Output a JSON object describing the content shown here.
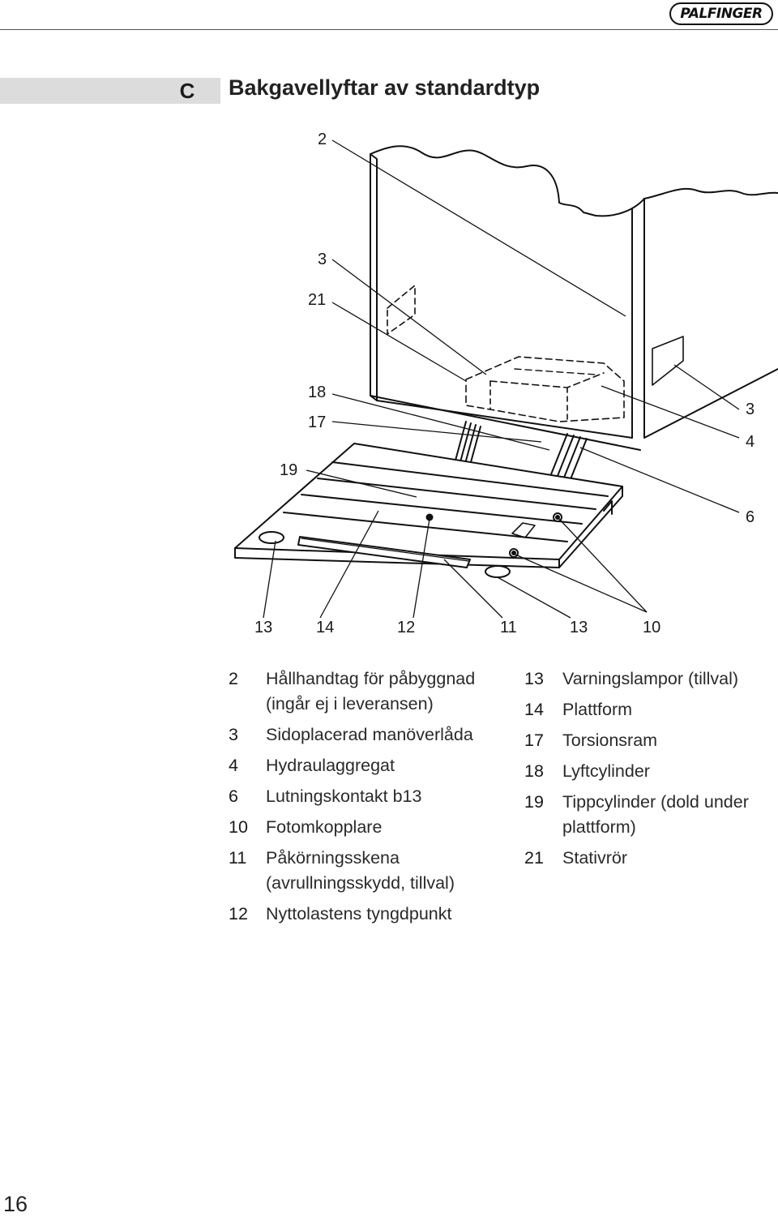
{
  "header": {
    "logo_text": "PALFINGER"
  },
  "chapter": {
    "letter": "C",
    "title": "Bakgavellyftar av standardtyp"
  },
  "diagram": {
    "callouts": {
      "c2": "2",
      "c3a": "3",
      "c21": "21",
      "c18": "18",
      "c17": "17",
      "c19": "19",
      "c3b": "3",
      "c4": "4",
      "c6": "6",
      "c13a": "13",
      "c14": "14",
      "c12": "12",
      "c11": "11",
      "c13b": "13",
      "c10": "10"
    }
  },
  "legend": {
    "left": [
      {
        "num": "2",
        "text": "Hållhandtag för påbyggnad (ingår ej i leveransen)"
      },
      {
        "num": "3",
        "text": "Sidoplacerad manöverlåda"
      },
      {
        "num": "4",
        "text": "Hydraulaggregat"
      },
      {
        "num": "6",
        "text": "Lutningskontakt b13"
      },
      {
        "num": "10",
        "text": "Fotomkopplare"
      },
      {
        "num": "11",
        "text": "Påkörningsskena (avrullningsskydd, tillval)"
      },
      {
        "num": "12",
        "text": "Nyttolastens tyngdpunkt"
      }
    ],
    "right": [
      {
        "num": "13",
        "text": "Varningslampor (tillval)"
      },
      {
        "num": "14",
        "text": "Plattform"
      },
      {
        "num": "17",
        "text": "Torsionsram"
      },
      {
        "num": "18",
        "text": "Lyftcylinder"
      },
      {
        "num": "19",
        "text": "Tippcylinder (dold under plattform)"
      },
      {
        "num": "21",
        "text": "Stativrör"
      }
    ]
  },
  "footer": {
    "page_number": "16"
  }
}
